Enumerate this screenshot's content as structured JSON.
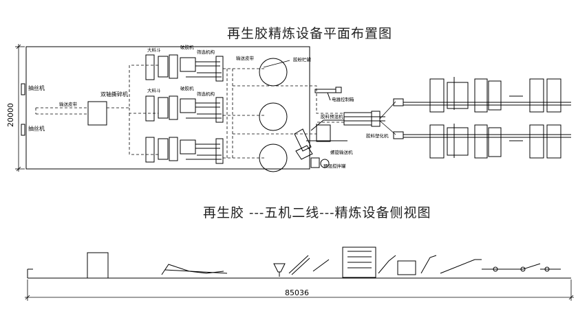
{
  "plan_title": "再生胶精炼设备平面布置图",
  "side_title": "再生胶 ---五机二线---精炼设备侧视图",
  "labels": {
    "wire_puller": "抽丝机",
    "conveyor_belt": "输送皮带",
    "shredder": "双轴撕碎机",
    "hopper": "大料斗",
    "crusher": "破胶机",
    "screener": "筛选机构",
    "conveyor_belt_2": "输送皮带",
    "powder_tank": "胶粉贮罐",
    "control_cabinet": "电器控制箱",
    "premixer": "胶料预混机",
    "plasticizer": "胶料塑化机",
    "screw_conveyor": "螺旋输送机",
    "premix_tank": "预混搅拌罐"
  },
  "dimensions": {
    "width": "20000",
    "length": "85036"
  }
}
